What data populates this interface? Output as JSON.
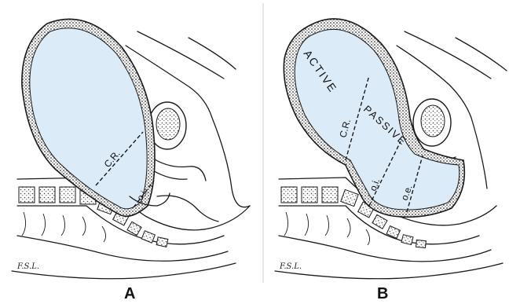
{
  "panels": [
    {
      "letter": "A",
      "labels": {
        "cr": "C.R.",
        "oi": "o.i."
      },
      "signature": "F.S.L."
    },
    {
      "letter": "B",
      "labels": {
        "active": "ACTIVE",
        "cr": "C.R.",
        "passive": "PASSIVE",
        "oi": "o.i.",
        "oe": "o.e."
      },
      "signature": "F.S.L."
    }
  ],
  "colors": {
    "cavity_fill": "#dcebf8",
    "wall_texture": "#3a3a3a",
    "line": "#1a1a1a"
  }
}
